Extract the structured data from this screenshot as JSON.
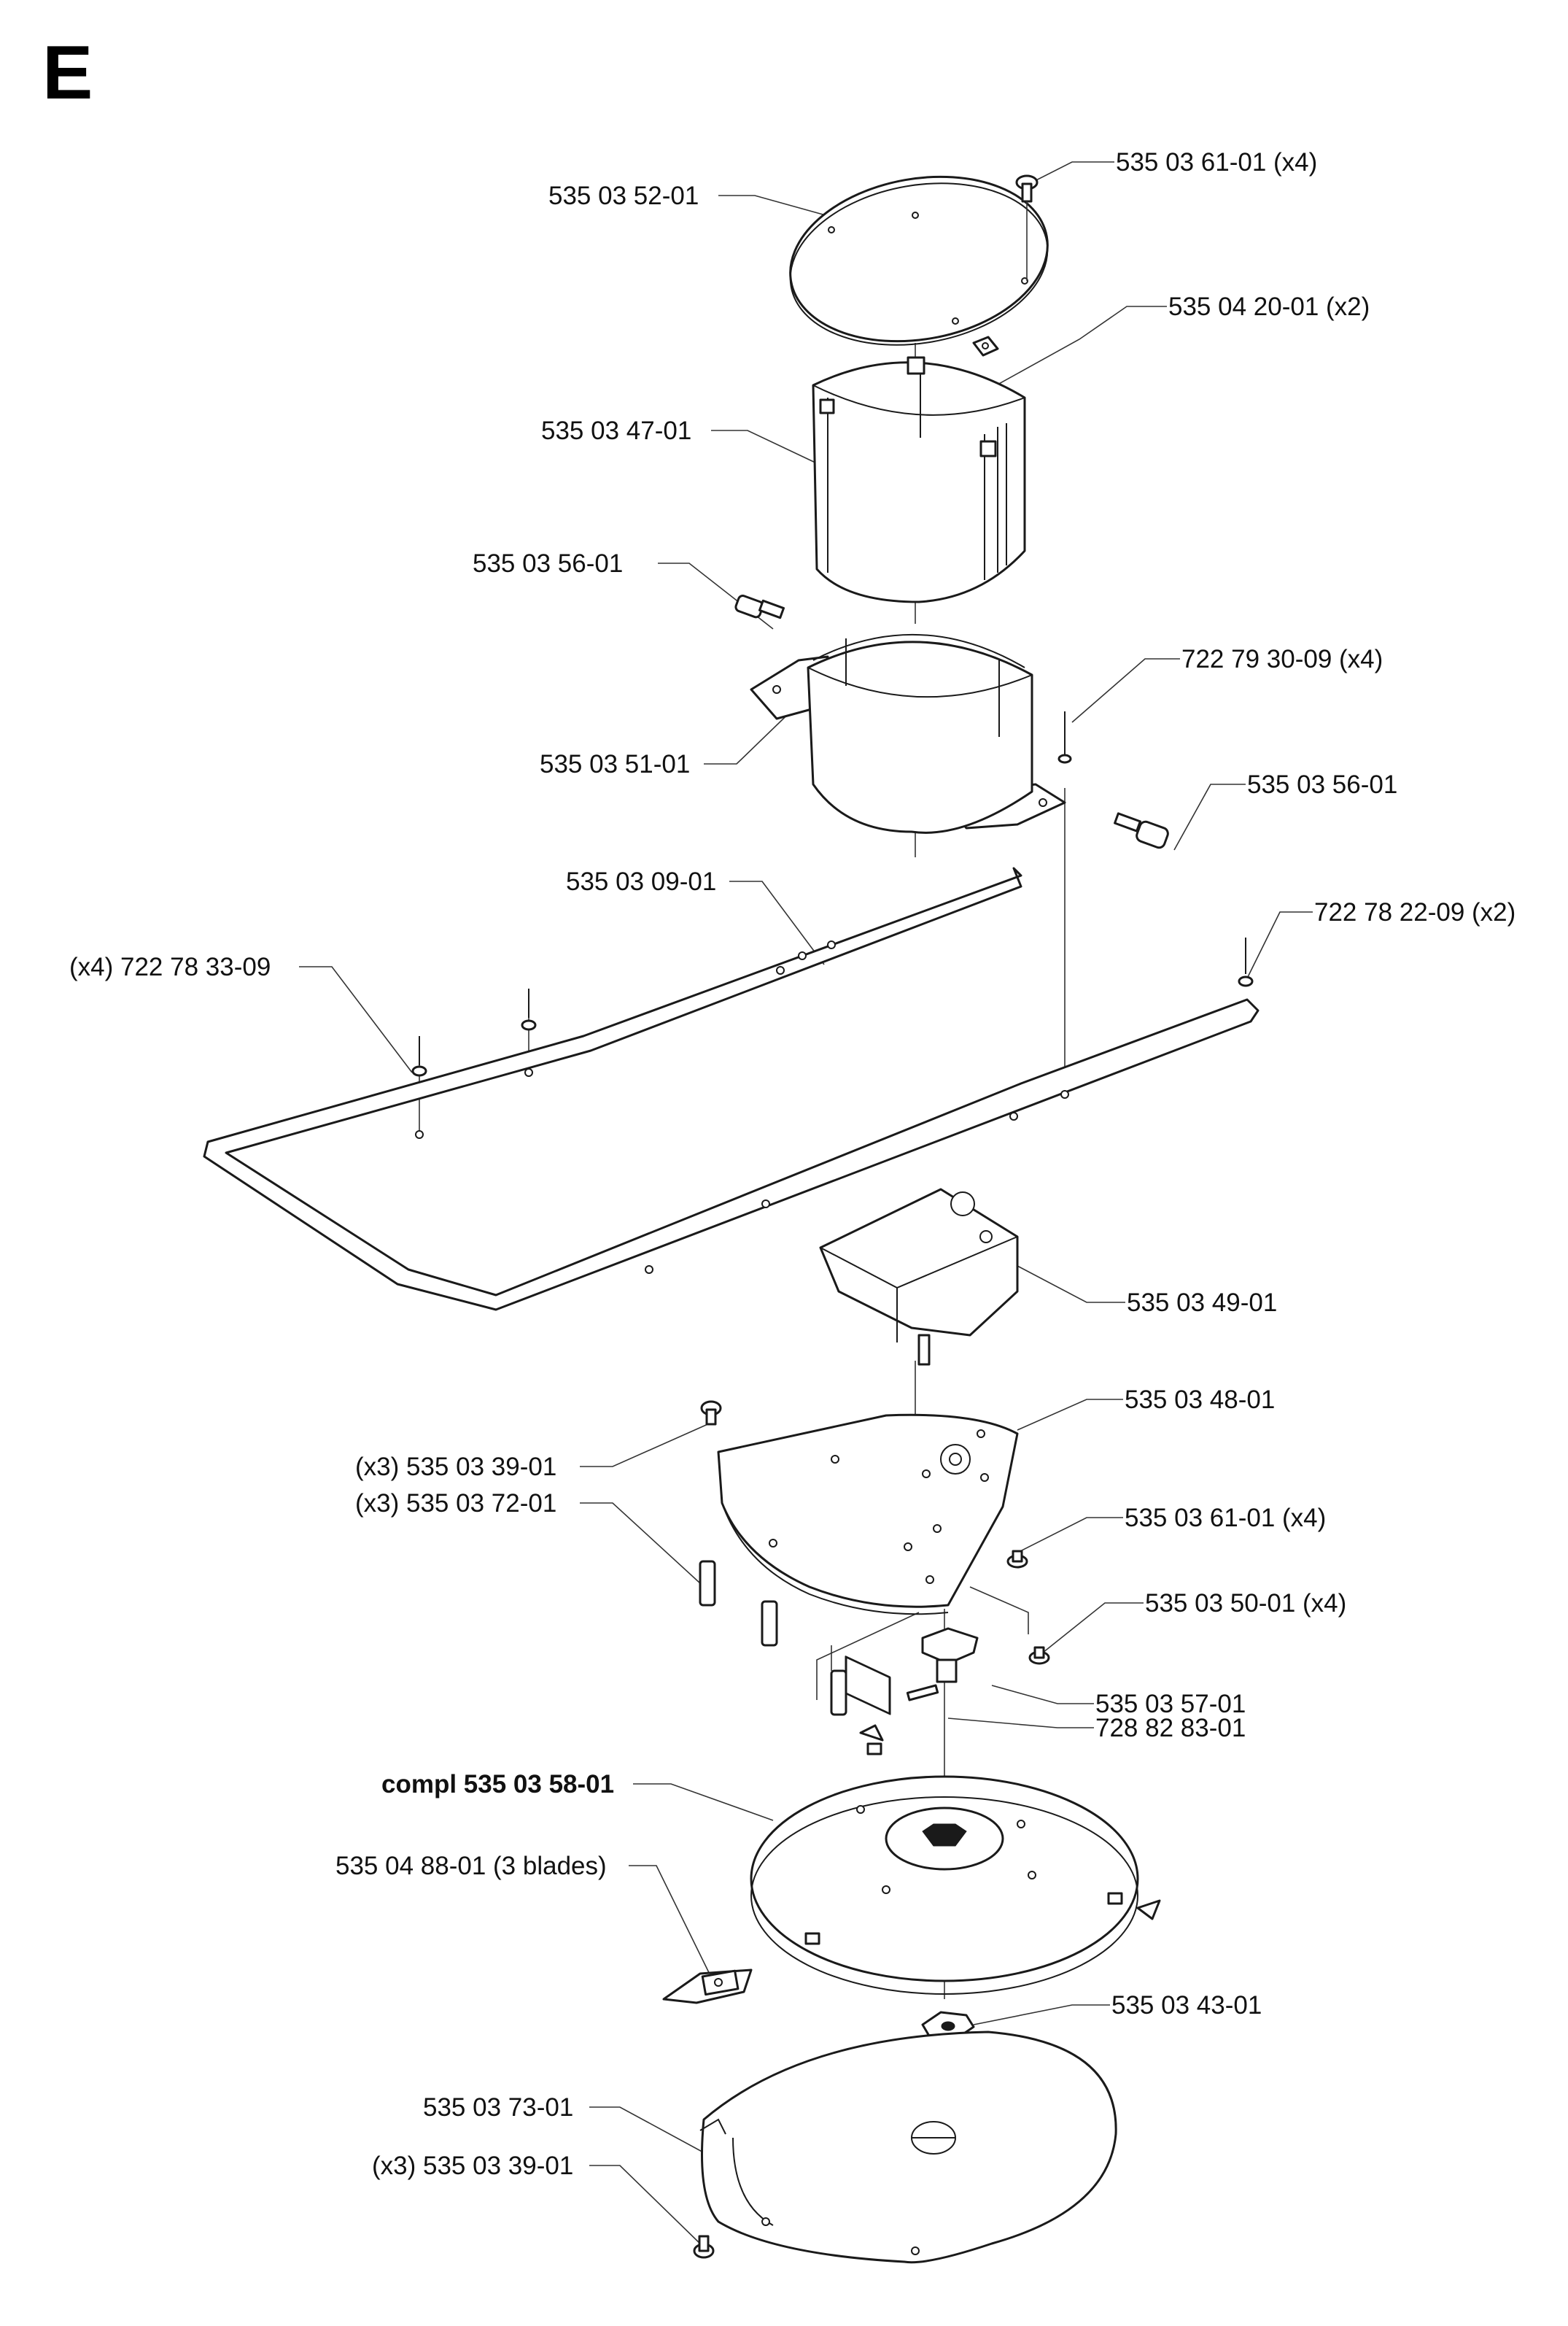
{
  "section": "E",
  "callouts": [
    {
      "id": "c01",
      "text": "535 03 61-01 (x4)"
    },
    {
      "id": "c02",
      "text": "535 03 52-01"
    },
    {
      "id": "c03",
      "text": "535 04 20-01 (x2)"
    },
    {
      "id": "c04",
      "text": "535 03 47-01"
    },
    {
      "id": "c05",
      "text": "535 03 56-01"
    },
    {
      "id": "c06",
      "text": "722 79 30-09 (x4)"
    },
    {
      "id": "c07",
      "text": "535 03 51-01"
    },
    {
      "id": "c08",
      "text": "535 03 56-01"
    },
    {
      "id": "c09",
      "text": "535 03 09-01"
    },
    {
      "id": "c10",
      "text": "722 78 22-09 (x2)"
    },
    {
      "id": "c11",
      "text": "(x4) 722 78 33-09"
    },
    {
      "id": "c12",
      "text": "535 03 49-01"
    },
    {
      "id": "c13",
      "text": "535 03 48-01"
    },
    {
      "id": "c14",
      "text": "(x3) 535 03 39-01"
    },
    {
      "id": "c15",
      "text": "(x3) 535 03 72-01"
    },
    {
      "id": "c16",
      "text": "535 03 61-01 (x4)"
    },
    {
      "id": "c17",
      "text": "535 03 50-01 (x4)"
    },
    {
      "id": "c18",
      "text": "535 03 57-01"
    },
    {
      "id": "c19",
      "text": "728 82 83-01"
    },
    {
      "id": "c20",
      "text": "compl 535 03 58-01"
    },
    {
      "id": "c21",
      "text": "535 04 88-01 (3 blades)"
    },
    {
      "id": "c22",
      "text": "535 03 43-01"
    },
    {
      "id": "c23",
      "text": "535 03 73-01"
    },
    {
      "id": "c24",
      "text": "(x3) 535 03 39-01"
    }
  ]
}
